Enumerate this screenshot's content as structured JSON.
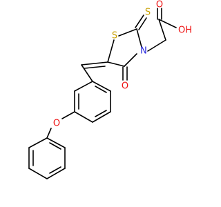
{
  "molecule": {
    "atoms": [
      {
        "id": "s_ring",
        "label": "S",
        "color": "#c8a000"
      },
      {
        "id": "s_thione",
        "label": "S",
        "color": "#c8a000"
      },
      {
        "id": "n_ring",
        "label": "N",
        "color": "#2222dd"
      },
      {
        "id": "o_carbonyl",
        "label": "O",
        "color": "#ee1111"
      },
      {
        "id": "o_acid_double",
        "label": "O",
        "color": "#ee1111"
      },
      {
        "id": "o_acid_oh",
        "label": "OH",
        "color": "#ee1111"
      },
      {
        "id": "o_ether",
        "label": "O",
        "color": "#ee1111"
      }
    ],
    "bond_color": "#000000"
  }
}
